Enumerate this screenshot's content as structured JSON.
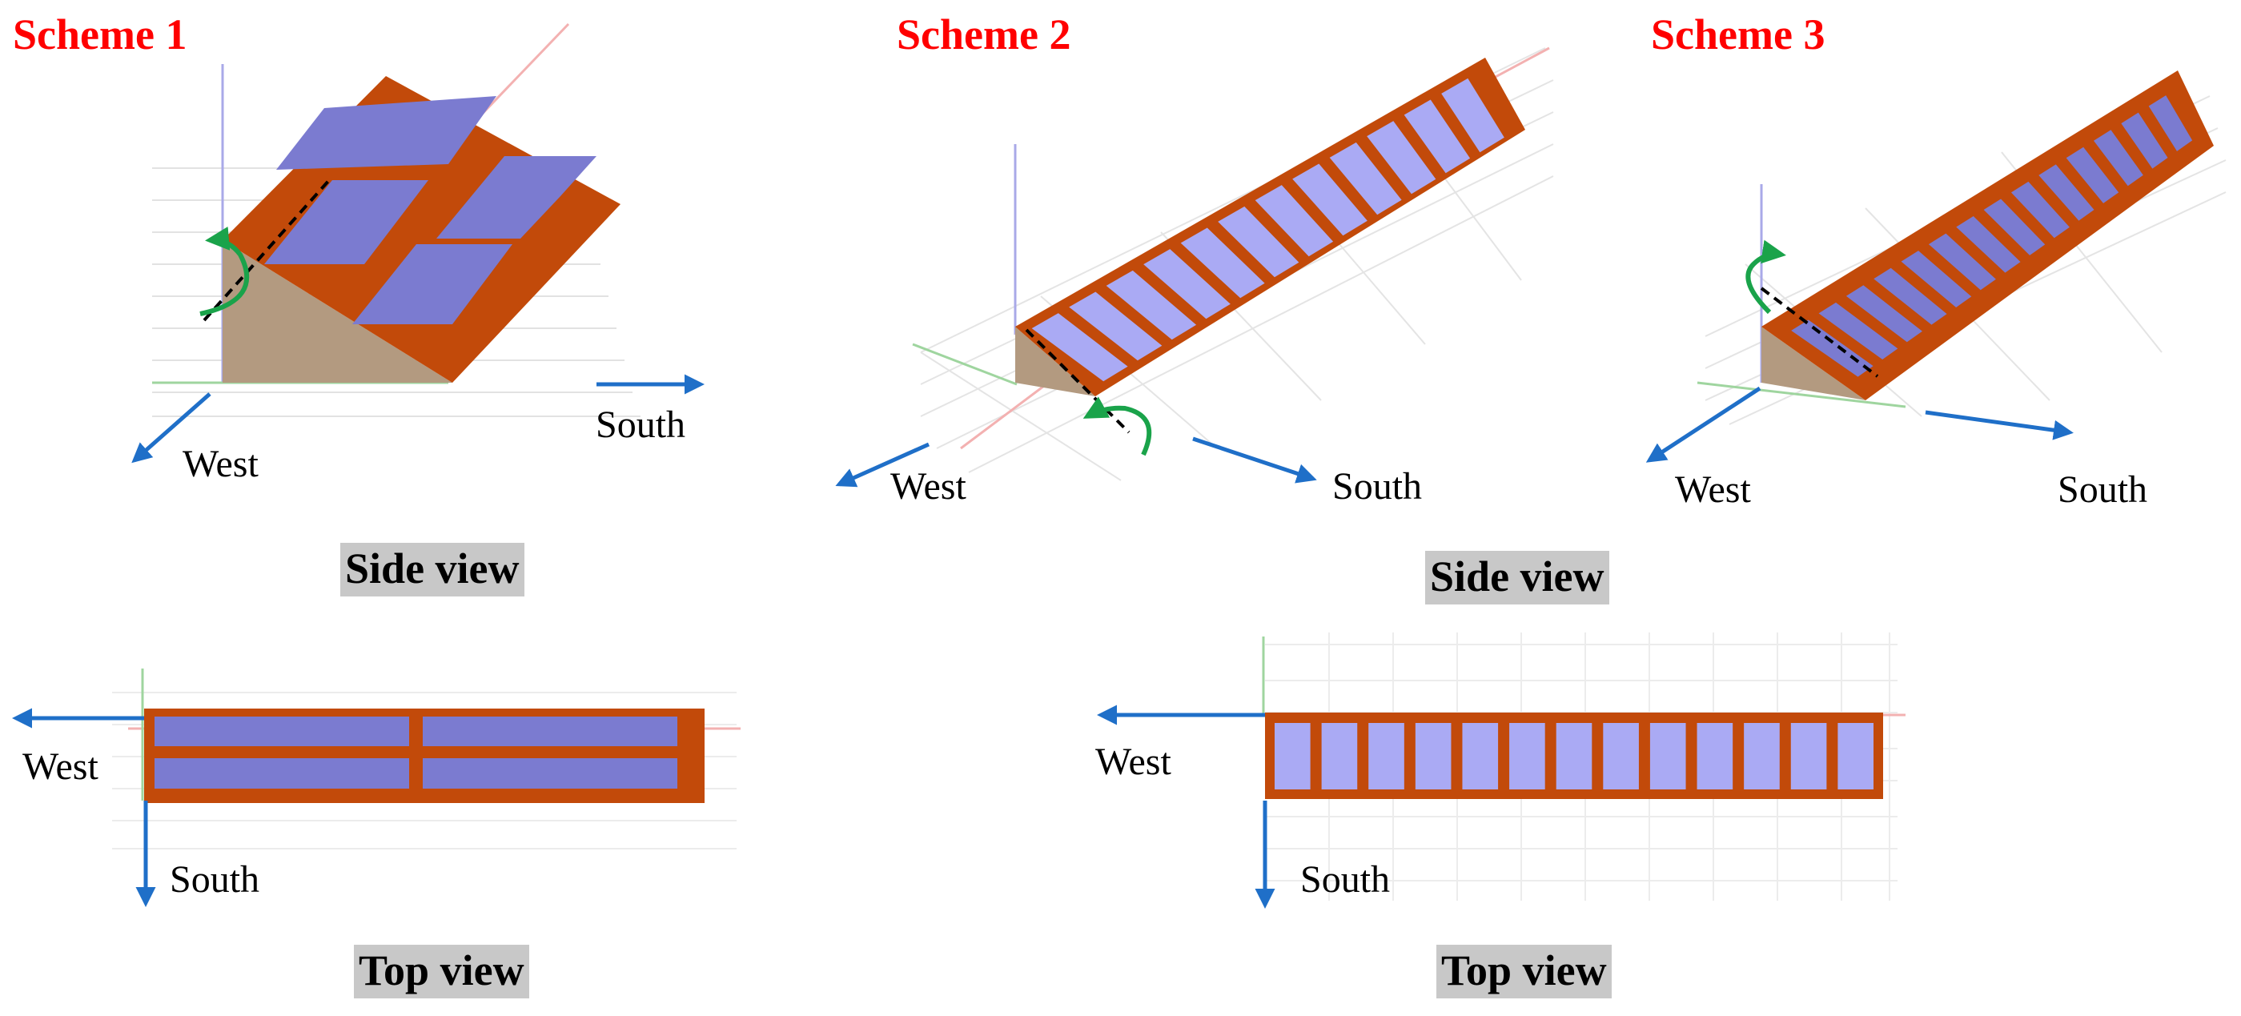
{
  "colors": {
    "roof": "#c24a0a",
    "panel": "#7b7bd0",
    "panel_light": "#aaaaf4",
    "wall": "#b39a80",
    "arrow": "#1f6fc8",
    "rotation": "#1aa34a",
    "title": "#ff0000",
    "grid": "#dcdcdc"
  },
  "schemes": [
    {
      "title": "Scheme 1"
    },
    {
      "title": "Scheme 2"
    },
    {
      "title": "Scheme 3"
    }
  ],
  "directions": {
    "west": "West",
    "south": "South"
  },
  "views": {
    "side": "Side view",
    "top": "Top view"
  },
  "icons": {
    "rotation": "rotation-arrow-icon",
    "compass": "direction-arrow-icon"
  }
}
